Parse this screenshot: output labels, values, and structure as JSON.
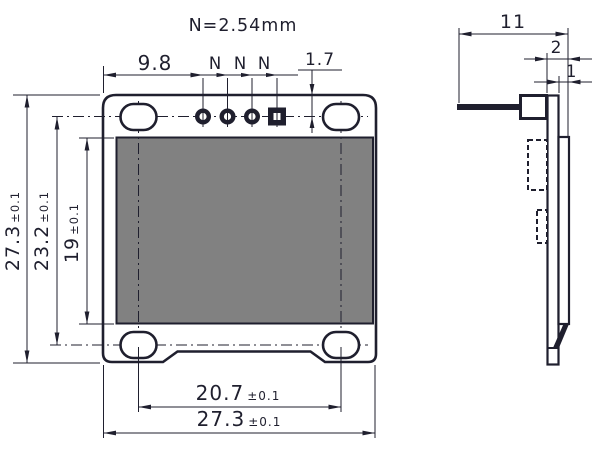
{
  "title": "N=2.54mm",
  "front_view": {
    "pin_offset_label": "9.8",
    "pitch_labels": [
      "N",
      "N",
      "N"
    ],
    "pin_row_offset_label": "1.7",
    "overall_height": "27.3",
    "overall_height_tol": "±0.1",
    "hole_span_vertical": "23.2",
    "hole_span_vertical_tol": "±0.1",
    "display_height": "19",
    "display_height_tol": "±0.1",
    "hole_span_horizontal": "20.7",
    "hole_span_horizontal_tol": "±0.1",
    "overall_width": "27.3",
    "overall_width_tol": "±0.1"
  },
  "side_view": {
    "depth": "11",
    "total_thickness": "2",
    "panel_thickness": "1"
  },
  "colors": {
    "line": "#1f1f2e",
    "display": "#818181",
    "bg": "#ffffff"
  }
}
